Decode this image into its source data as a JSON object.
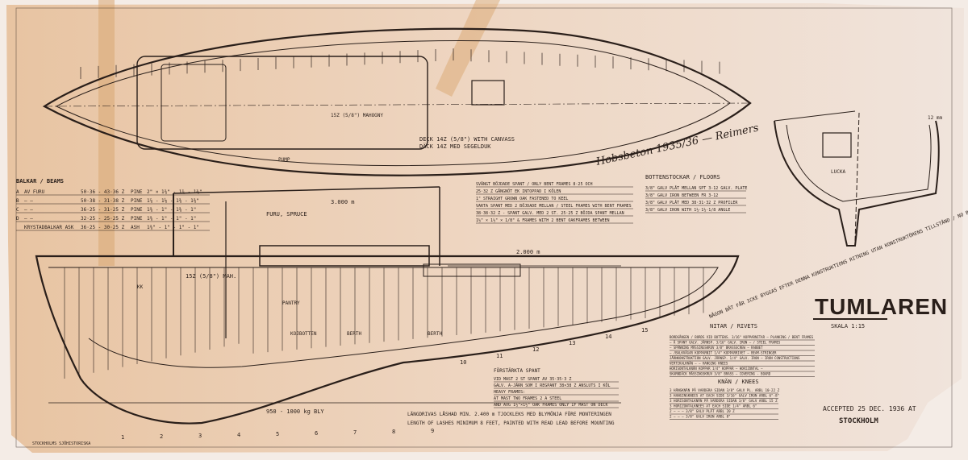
{
  "drawing": {
    "title": "TUMLAREN",
    "scale": "SKALA 1:15",
    "accepted": "ACCEPTED 25 DEC. 1936 AT",
    "place": "STOCKHOLM",
    "signature": "Hobsbeton 1935/36 — Reimers"
  },
  "beams": {
    "heading": "BALKAR / BEAMS",
    "rows": [
      {
        "id": "A",
        "note": "AV FURU",
        "dims": "50·36 - 43·36 Z",
        "wood": "PINE",
        "size": "2\" × 1⅜\" - 1¾ - 1⅜\""
      },
      {
        "id": "B",
        "note": "—  —",
        "dims": "50·38 - 31·38 Z",
        "wood": "PINE",
        "size": "1⅞ - 1⅛ - 1⅜ - 1⅜\""
      },
      {
        "id": "C",
        "note": "—  —",
        "dims": "36·25 - 31·25 Z",
        "wood": "PINE",
        "size": "1⅜ - 1\" - 1⅜ - 1\""
      },
      {
        "id": "D",
        "note": "—  —",
        "dims": "32·25 - 25·25 Z",
        "wood": "PINE",
        "size": "1⅜ - 1\" - 1\" - 1\""
      },
      {
        "id": "",
        "note": "KRYSTADBALKAR ASK",
        "dims": "36·25 - 30·25 Z",
        "wood": "ASH",
        "size": "1⅜\" - 1\" - 1\" - 1\""
      }
    ]
  },
  "rivets": {
    "heading": "NITAR / RIVETS",
    "rows": [
      "BORDGÅNGEN / BORDS VID BOTTENS. 3/16\" KOPPARNITAR — PLANKING / BENT FRAMES",
      "— Å SPANT GALV. JÄRNSP. 3/16\" GALV. IRON — / STEEL FRAMES",
      "— SPÄNNING MÄSSINGSKRUV 3/8\" BRASSSCREW — RABBET",
      "— /BALKVÄGAR KOPPARNIT 1/4\" KOPPARRIVET — BEAM-STRINGER",
      "JÄRNKONSTRUKTION GALV. JÄRNSP. 1/4\" GALV. IRON — IRON CONSTRUCTIONS",
      "VERTIKALKNÄN — — HANGING KNEES",
      "HORISONTALKNÄN KOPPAR 1/4\" KOPPAR — HORIZONTAL —",
      "SKARNDÄCK MÄSSINGSKRUV 3/8\" BRASS — COVERING - BOARD"
    ]
  },
  "knees": {
    "heading": "KNÄN / KNEES",
    "rows": [
      "3 HÄNGKNÄN PÅ VARDERA SIDAN 3/8\" GALV PL. ARBL 10·22 Z",
      "3 HANGINGKNEES AT EACH SIDE 3/16\" GALV IRON ARBL 6\"-8\"",
      "3 HORISONTALKNÄN PÅ VARDERA SIDAN 3/8\" GALV ARBL 15 Z",
      "3 HORIZONTALKNEES AT EACH SIDE 1/4\" ARBL 6\"",
      "2 — — — 3/8\" GALV PLÅT ARBL 20 Z",
      "2 — — — 3/8\" GALV IRON ARBL 8\""
    ]
  },
  "floors": {
    "heading": "BOTTENSTOCKAR / FLOORS",
    "rows": [
      "3/8\" GALV PLÅT MELLAN SPT 3-12 GALV. PLATE",
      "3/8\" GALV IRON BETWEEN FR 3-12",
      "3/8\" GALV PLÅT MED 38·31·32 Z PROFILER",
      "3/8\" GALV IRON WITH 1½·1½·1/8 ANGLE"
    ]
  },
  "frames": {
    "rows": [
      "SVÄNGT BÖJDADE SPANT / ONLY BENT FRAMES 8·25 OCH",
      "25·32 Z GÅNGNÖT EK INTOPPAD I KÖLEN",
      "1\" STRAIGHT GROWN OAK FASTENED TO KEEL",
      "VARTA SPANT MED 2 BÖJDADE MELLAN / STEEL FRAMES WITH BENT FRAMES",
      "38·38·32 Z - SPANT GALV. MED 2 ST. 25·25 Z BÖJDA SPANT MELLAN",
      "1½\" × 1½\" × 1/8\" & FRAMES WITH 2 BENT OAKFRAMES BETWEEN"
    ]
  },
  "notes": {
    "frame_heading": "FÖRSTÄRKTA SPANT",
    "frame_rows": [
      "VID MAST 2 ST SPANT AV 35·35·3 Z",
      "GALV. A-JÄRN SOM I REGPANT 38×38 Z ANSLUTS I KÖL",
      "HEAVY FRAMES:",
      "AT MAST TWO FRAMES 2 A STEEL",
      "AND AVG 1½\"×1½\" OAK FRAMES ONLY IF MAST ON DECK"
    ],
    "lashing_sv": "LÄNGDRIVAS LÅSHAD MIN. 2.400 m TJOCKLEKS MED BLYMÖNJA FÖRE MONTERINGEN",
    "lashing_en": "LENGTH OF LASHES MINIMUM 8 FEET, PAINTED WITH READ LEAD BEFORE MOUNTING",
    "warning": "NÅGON BÅT FÅR ICKE BYGGAS EFTER DENNA KONSTRUKTIONS RITNING UTAN KONSTRUKTÖRENS TILLSTÅND / NO BOAT MAY BE BUILT WITHOUT DESIGNERS PERMISSION",
    "stamp": "STOCKHOLMS SJÖHISTORISKA"
  },
  "labels": {
    "deck": "DECK 14Z (5/8\") WITH CANVASS",
    "deck_sv": "DÄCK 14Z MED SEGELDUK",
    "mahogany": "15Z (5/8\") MAHOGNY",
    "pump": "PUMP",
    "furu": "FURU, SPRUCE",
    "mast_height": "3.000 m",
    "boom": "2.000 m",
    "pantry": "PANTRY",
    "kojbotten": "KOJBOTTEN",
    "berth": "BERTH",
    "berth2": "BERTH",
    "lead": "950 - 1000 kg BLY",
    "kk": "KK",
    "luka": "LUCKA",
    "section_dim": "12 mm",
    "cabin": "15Z (5/8\") MAH."
  },
  "stations": [
    "1",
    "2",
    "3",
    "4",
    "5",
    "6",
    "7",
    "8",
    "9",
    "10",
    "11",
    "12",
    "13",
    "14",
    "15"
  ],
  "colors": {
    "paper_left": "#e6c3a0",
    "paper_right": "#efe3da",
    "ink": "#2a1f1a",
    "tape": "#d9a872"
  }
}
